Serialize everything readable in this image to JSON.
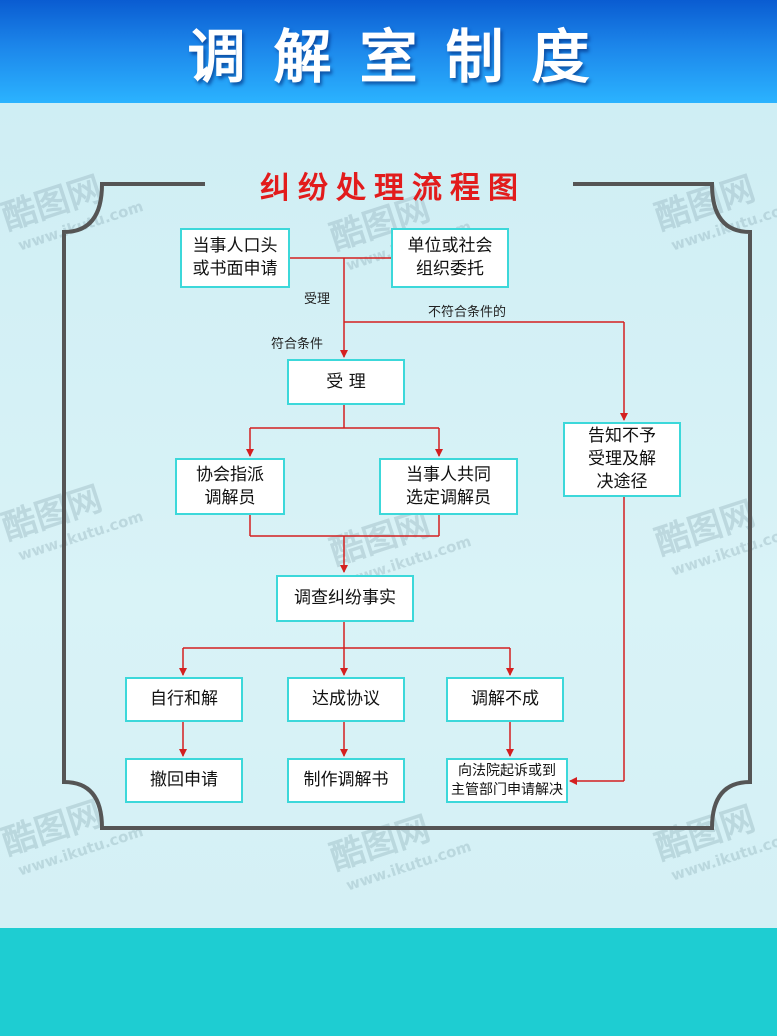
{
  "header": {
    "title": "调解室制度"
  },
  "flowchart": {
    "title": "纠纷处理流程图",
    "nodes": {
      "oral_written": "当事人口头\n或书面申请",
      "entrusted": "单位或社会\n组织委托",
      "accept": "受  理",
      "assoc_assign": "协会指派\n调解员",
      "parties_choose": "当事人共同\n选定调解员",
      "investigate": "调查纠纷事实",
      "self_settle": "自行和解",
      "agreement": "达成协议",
      "failed": "调解不成",
      "withdraw": "撤回申请",
      "make_doc": "制作调解书",
      "inform": "告知不予\n受理及解\n决途径",
      "lawsuit": "向法院起诉或到\n主管部门申请解决"
    },
    "labels": {
      "accepted": "受理",
      "not_qualified": "不符合条件的",
      "qualified": "符合条件"
    }
  },
  "watermark": {
    "brand": "酷图网",
    "url": "www.ikutu.com"
  },
  "colors": {
    "header_top": "#0a5cd1",
    "header_bottom": "#2bb3ff",
    "background": "#d6f0f5",
    "footer": "#1ecdd2",
    "flow_title": "#e21c1c",
    "connector": "#d42020",
    "node_border": "#3cd8da",
    "frame": "#555555"
  }
}
